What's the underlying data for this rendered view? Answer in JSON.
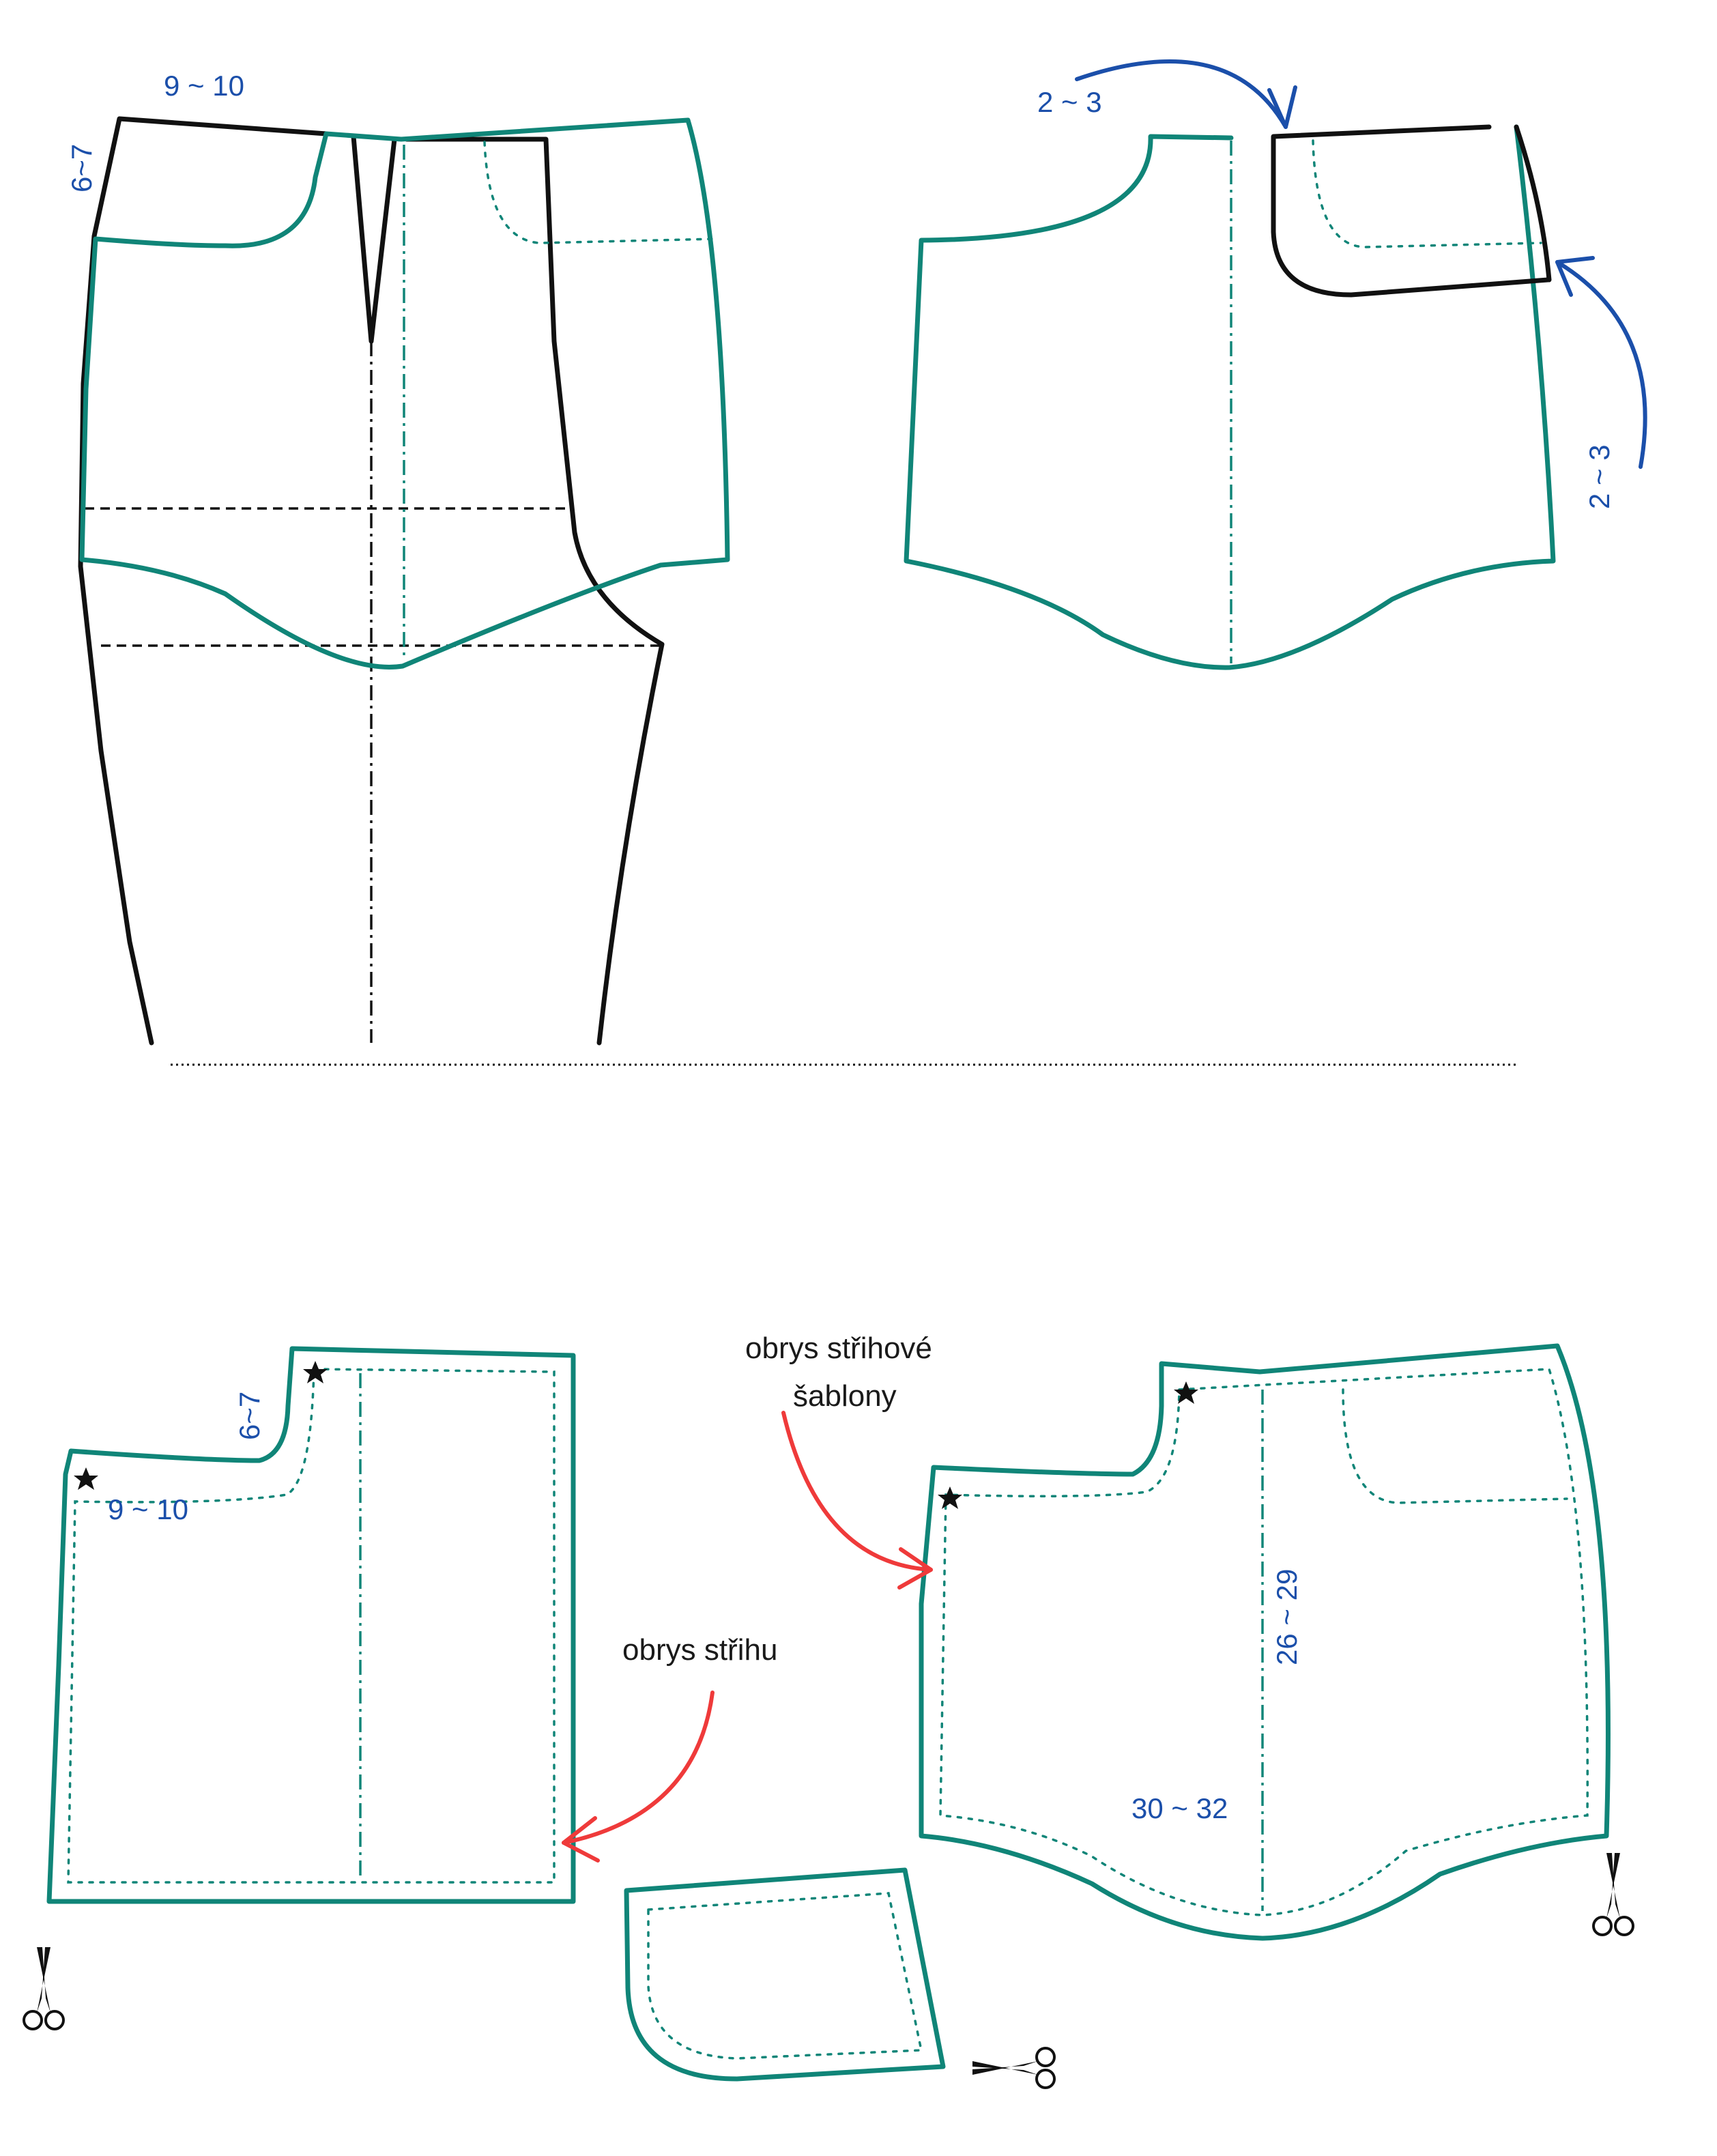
{
  "labels": {
    "waist_width_top": "9 ~ 10",
    "rise_height_top": "6~7",
    "pocket_offset_top_a": "2 ~ 3",
    "pocket_offset_top_b": "2 ~ 3",
    "rise_height_bottom": "6~7",
    "waist_width_bottom": "9 ~ 10",
    "panel_length": "26 ~ 29",
    "panel_width": "30 ~ 32",
    "pattern_outline_line1": "obrys střihové",
    "pattern_outline_line2": "šablony",
    "cut_outline": "obrys střihu"
  },
  "icons": [
    "scissors-icon",
    "star-icon"
  ],
  "colors": {
    "pattern_teal": "#108578",
    "base_black": "#111111",
    "measure_blue": "#1b4faa",
    "callout_red": "#ef3a3a"
  }
}
